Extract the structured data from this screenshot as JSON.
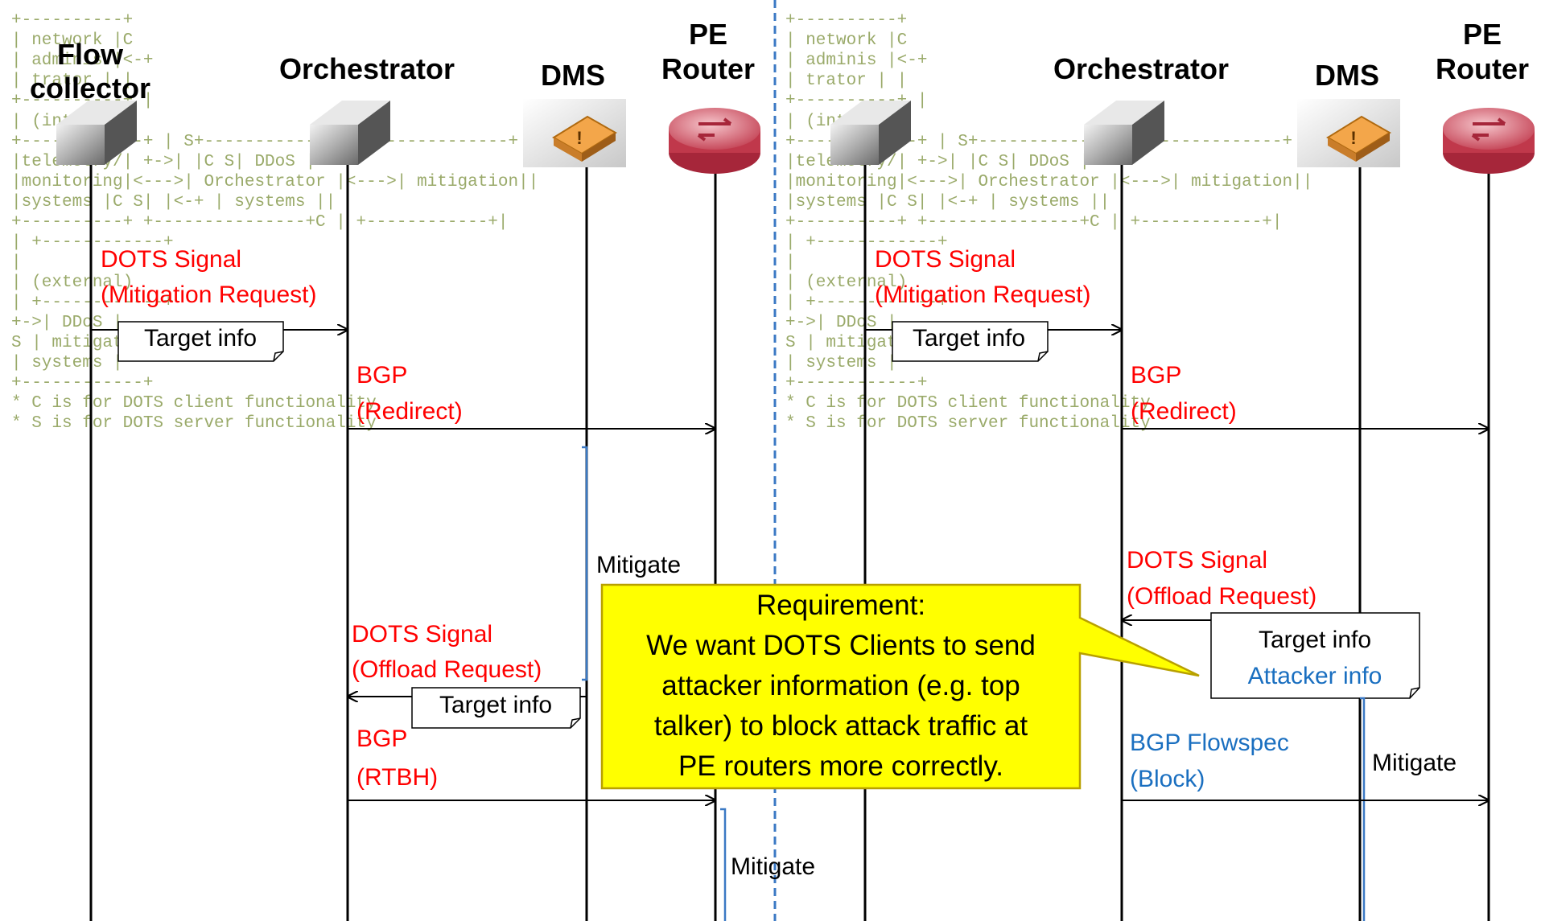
{
  "ascii_background": [
    "+----------+",
    "| network  |C",
    "| adminis  |<-+",
    "| trator   |  |",
    "+----------+  |",
    "              |                                  (internal)",
    "+------------+  | S+---------------+           +------------+",
    "|telemetry/|  +->|               |C    S| DDoS       |+",
    "|monitoring|<--->| Orchestrator  |<--->| mitigation||",
    "|systems   |C   S|               |<-+  | systems   ||",
    "+----------+     +---------------+C  |  +------------+|",
    "                                     |    +------------+",
    "                                     |",
    "                                     |  (external)",
    "                                     |  +------------+",
    "                                     +->| DDoS       |",
    "                                      S | mitigation |",
    "                                        | systems    |",
    "                                        +------------+",
    "* C is for DOTS client functionality",
    "* S is for DOTS server functionality"
  ],
  "left": {
    "actors": {
      "flow_collector_1": "Flow",
      "flow_collector_2": "collector",
      "orchestrator": "Orchestrator",
      "dms": "DMS",
      "pe_1": "PE",
      "pe_2": "Router"
    },
    "dots_signal_1": "DOTS Signal",
    "mitigation_request": "(Mitigation Request)",
    "target_info_1": "Target info",
    "bgp_1": "BGP",
    "redirect": "(Redirect)",
    "mitigate_dms": "Mitigate",
    "dots_signal_2": "DOTS Signal",
    "offload_request": "(Offload Request)",
    "target_info_2": "Target info",
    "bgp_2": "BGP",
    "rtbh": "(RTBH)",
    "mitigate_pe": "Mitigate"
  },
  "right": {
    "actors": {
      "orchestrator": "Orchestrator",
      "dms": "DMS",
      "pe_1": "PE",
      "pe_2": "Router"
    },
    "dots_signal_1": "DOTS Signal",
    "mitigation_request": "(Mitigation Request)",
    "target_info_1": "Target info",
    "bgp_1": "BGP",
    "redirect": "(Redirect)",
    "dots_signal_2": "DOTS Signal",
    "offload_request": "(Offload Request)",
    "target_info_2": "Target info",
    "attacker_info": "Attacker info",
    "bgp_flowspec": "BGP Flowspec",
    "block": "(Block)",
    "mitigate_dms": "Mitigate"
  },
  "callout": {
    "line1": "Requirement:",
    "line2": "We want DOTS Clients to send",
    "line3": "attacker information (e.g. top",
    "line4": "talker) to block attack traffic at",
    "line5": "PE routers more correctly."
  },
  "colors": {
    "red": "#ff0000",
    "blue": "#1a6fc0",
    "ascii": "#9aaa6a",
    "callout_fill": "#ffff00",
    "callout_border": "#b8a000"
  }
}
